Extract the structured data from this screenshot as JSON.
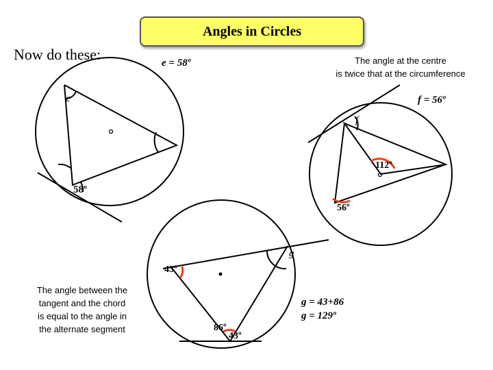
{
  "title": "Angles in Circles",
  "prompt": "Now do these:",
  "notes": {
    "centre_rule_line1": "The angle at the centre",
    "centre_rule_line2": "is twice that at the circumference",
    "tangent_rule_line1": "The angle between the",
    "tangent_rule_line2": "tangent and the chord",
    "tangent_rule_line3": "is equal to the angle in",
    "tangent_rule_line4": "the alternate segment"
  },
  "answers": {
    "e": "e = 58º",
    "f": "f = 56º",
    "g_line1": "g = 43+86",
    "g_line2": "g = 129º"
  },
  "labels": {
    "e": "e",
    "angle_58": "58º",
    "f": "f",
    "angle_112": "112º",
    "angle_56": "56º",
    "g": "g",
    "angle_43_top": "43º",
    "angle_86": "86º",
    "angle_43_bottom": "43º"
  },
  "colors": {
    "title_background": "#ffff66",
    "highlight_arc": "#e8401c"
  }
}
